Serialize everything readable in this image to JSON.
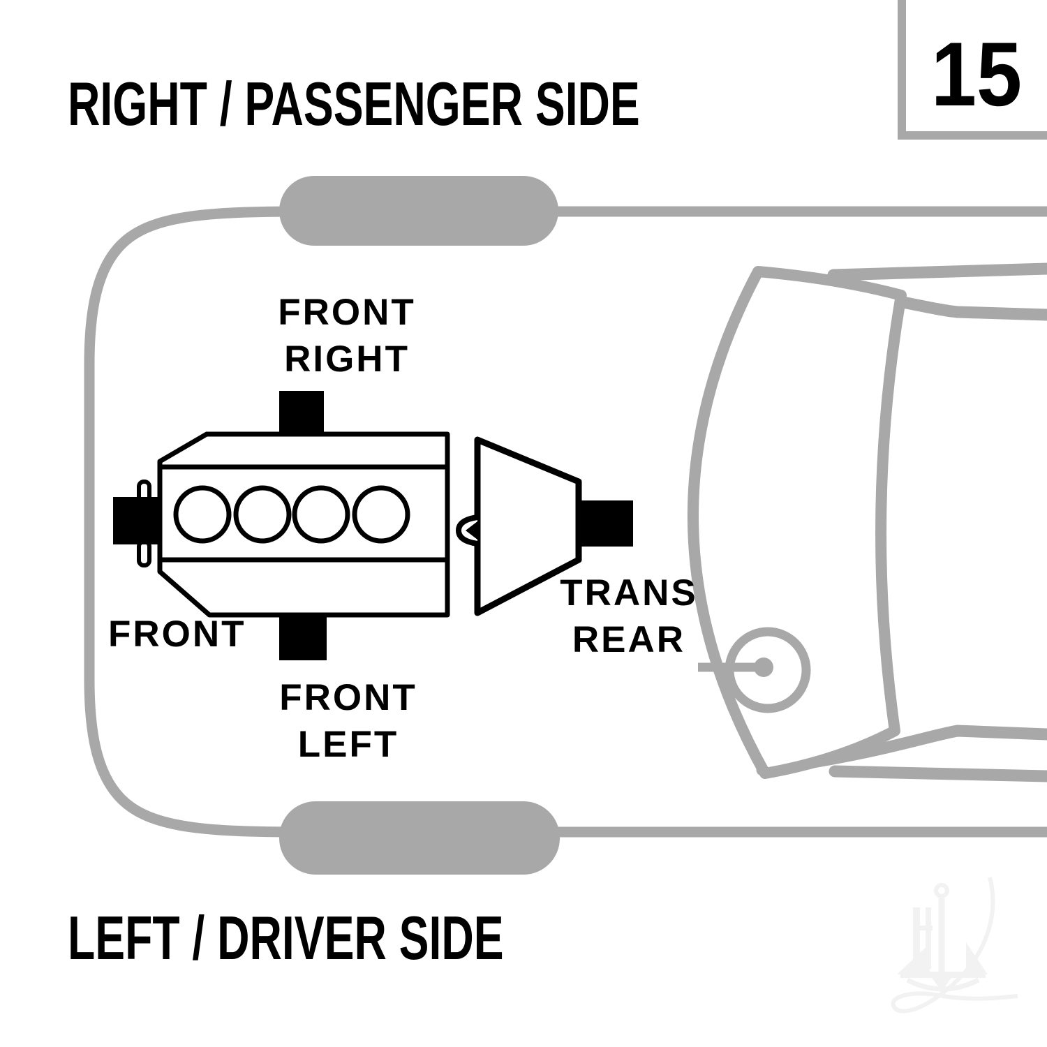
{
  "header": {
    "top": "RIGHT / PASSENGER SIDE",
    "bottom": "LEFT / DRIVER SIDE"
  },
  "page_number": "15",
  "mount_labels": {
    "front_right": {
      "line1": "FRONT",
      "line2": "RIGHT"
    },
    "front": "FRONT",
    "front_left": {
      "line1": "FRONT",
      "line2": "LEFT"
    },
    "trans_rear": {
      "line1": "TRANS",
      "line2": "REAR"
    }
  },
  "colors": {
    "ink": "#000000",
    "car_outline_gray": "#a8a8a8",
    "watermark_gray": "#f2f2f2",
    "background": "#ffffff",
    "mount_marker": "#000000"
  },
  "icons": {
    "engine-icon": "four-cylinder engine block, top view, black outline",
    "transmission-icon": "bellhousing trapezoid tapering rearward",
    "crank-notch-icon": "small left-pointing notch between engine and transmission",
    "pulley-pin-icon": "small rounded pins at front of engine",
    "mount-marker-icon": "solid black square marking mount location",
    "tire-icon": "gray capsule tire, top view",
    "steering-wheel-icon": "gray circle with hub dot and column line",
    "car-body-icon": "gray rounded front body outline with roof lines",
    "windshield-icon": "gray crescent windshield band",
    "anchor-watermark-icon": "faint anchor logo with orbit swoosh"
  }
}
